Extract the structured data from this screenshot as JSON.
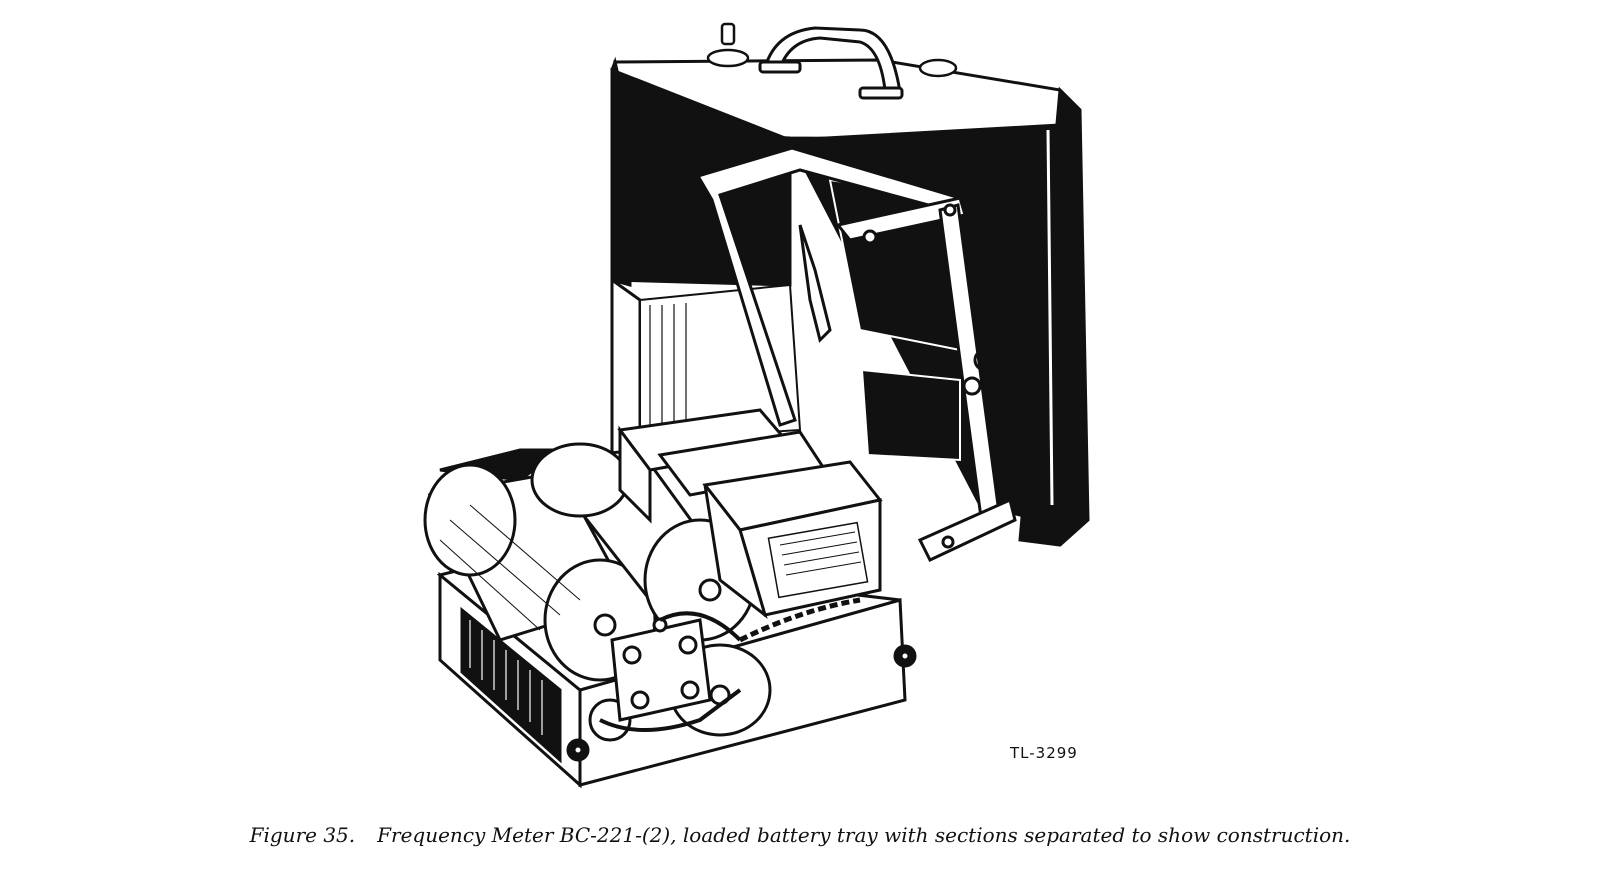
{
  "figure": {
    "plate_id": "TL-3299",
    "caption_label": "Figure 35.",
    "caption_text": "Frequency Meter BC-221-(2), loaded battery tray with sections separated to show construction."
  },
  "colors": {
    "ink": "#111111",
    "paper": "#ffffff"
  }
}
